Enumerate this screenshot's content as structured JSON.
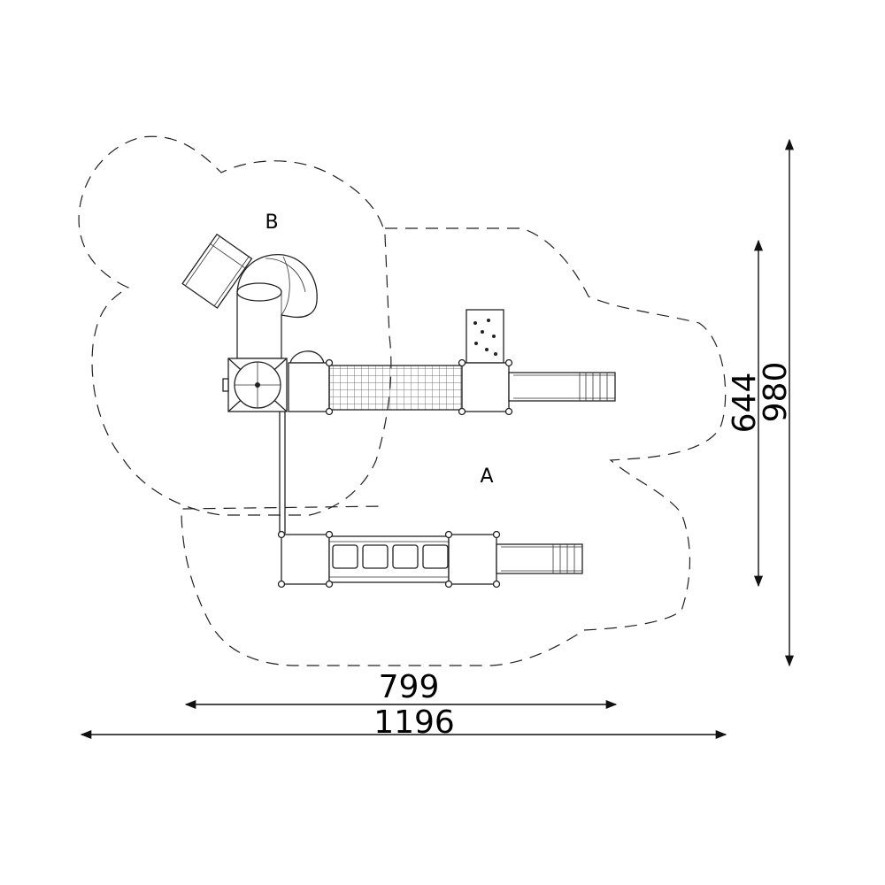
{
  "zones": {
    "a": "A",
    "b": "B"
  },
  "dimensions": {
    "width_inner": "799",
    "width_outer": "1196",
    "height_inner": "644",
    "height_outer": "980"
  },
  "colors": {
    "line": "#222222",
    "background": "#ffffff"
  }
}
